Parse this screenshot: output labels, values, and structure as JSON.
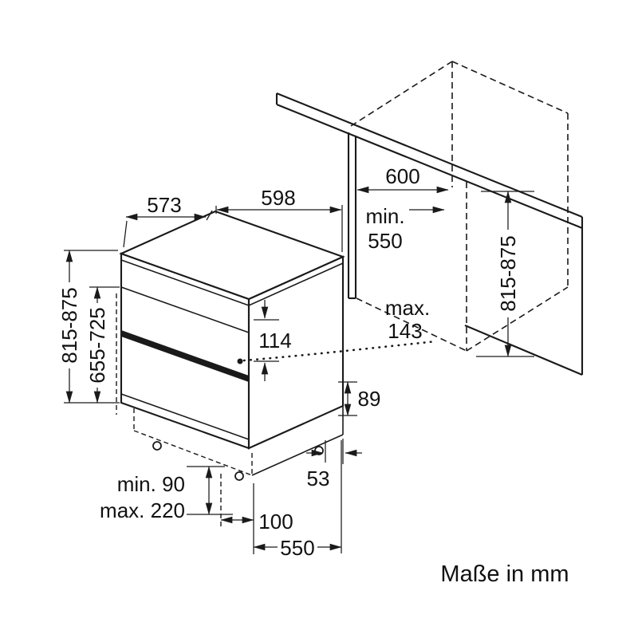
{
  "labels": {
    "depth": "573",
    "width": "598",
    "niche_width": "600",
    "niche_depth_prefix": "min.",
    "niche_depth": "550",
    "appliance_height": "815-875",
    "door_panel_height": "655-725",
    "niche_height": "815-875",
    "control_panel_height": "114",
    "door_clearance_prefix": "max.",
    "door_clearance": "143",
    "rear_base_height": "89",
    "rear_foot_offset": "53",
    "plinth_min": "min. 90",
    "plinth_max": "max. 220",
    "front_foot_offset": "100",
    "foot_distance": "550",
    "units_note": "Maße in mm"
  }
}
